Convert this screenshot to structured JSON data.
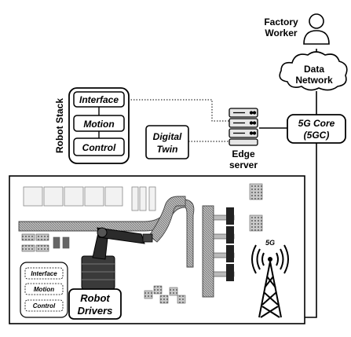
{
  "worker": {
    "label_line1": "Factory",
    "label_line2": "Worker"
  },
  "data_network": {
    "label_line1": "Data",
    "label_line2": "Network"
  },
  "core": {
    "label_line1": "5G Core",
    "label_line2": "(5GC)"
  },
  "edge": {
    "label_line1": "Edge",
    "label_line2": "server"
  },
  "robot_stack": {
    "title": "Robot Stack",
    "layers": [
      "Interface",
      "Motion",
      "Control"
    ]
  },
  "digital_twin": {
    "label_line1": "Digital",
    "label_line2": "Twin"
  },
  "factory_floor": {
    "local_stack": [
      "Interface",
      "Motion",
      "Control"
    ],
    "drivers_line1": "Robot",
    "drivers_line2": "Drivers",
    "antenna_label": "5G"
  }
}
